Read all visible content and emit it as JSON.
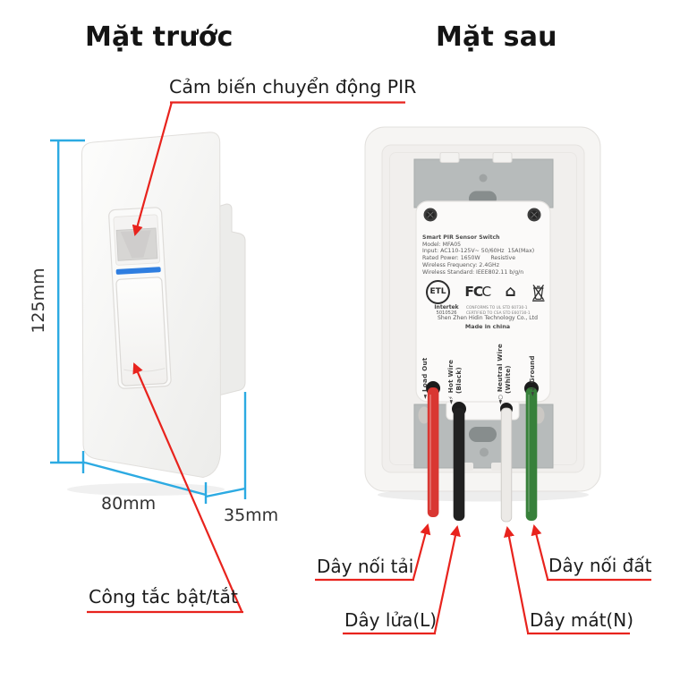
{
  "titles": {
    "front": "Mặt trước",
    "back": "Mặt sau"
  },
  "front_view": {
    "annotations": {
      "pir_sensor": "Cảm biến chuyển động PIR",
      "switch": "Công tắc bật/tắt"
    },
    "dimensions": {
      "height": "125mm",
      "width": "80mm",
      "depth": "35mm"
    }
  },
  "back_view": {
    "label": {
      "product_name": "Smart PIR Sensor Switch",
      "model": "Model: MFA05",
      "input": "Input: AC110-125V~ 50/60Hz  15A(Max)",
      "rated_power": "Rated Power: 1650W      Resistive",
      "wireless_frequency": "Wireless Frequency: 2.4GHz",
      "wireless_standard": "Wireless Standard: IEEE802.11 b/g/n",
      "etl_mark": "ETL",
      "intertek": "Intertek",
      "intertek_number": "5010526",
      "conforms": "CONFORMS TO UL STD 60730-1",
      "certified": "CERTIFIED TO CSA STD E60730-1",
      "fcc_mark": "FC",
      "fcc_mark_c": "C",
      "house_glyph": "⌂",
      "company": "Shen Zhen Hidin Technology Co., Ltd",
      "made_in": "Made in china"
    },
    "terminals": {
      "load_out_symbol": "◄",
      "load_out": "Load Out",
      "hot_symbol": "◄⚡",
      "hot": "Hot Wire",
      "hot_color": "(Black)",
      "neutral_symbol": "◄○",
      "neutral": "Neutral Wire",
      "neutral_color": "(White)",
      "ground_symbol": "◄⏚",
      "ground": "Ground"
    },
    "wire_annotations": {
      "load": "Dây nối tải",
      "hot": "Dây lửa(L)",
      "neutral": "Dây mát(N)",
      "ground": "Dây nối đất"
    }
  },
  "colors": {
    "dimension_blue": "#2caae2",
    "annotation_red": "#e8231d",
    "indicator_blue": "#2f7ee0",
    "wire_red": "#d93732",
    "wire_black": "#212121",
    "wire_white": "#eceae7",
    "wire_green": "#37803a"
  }
}
